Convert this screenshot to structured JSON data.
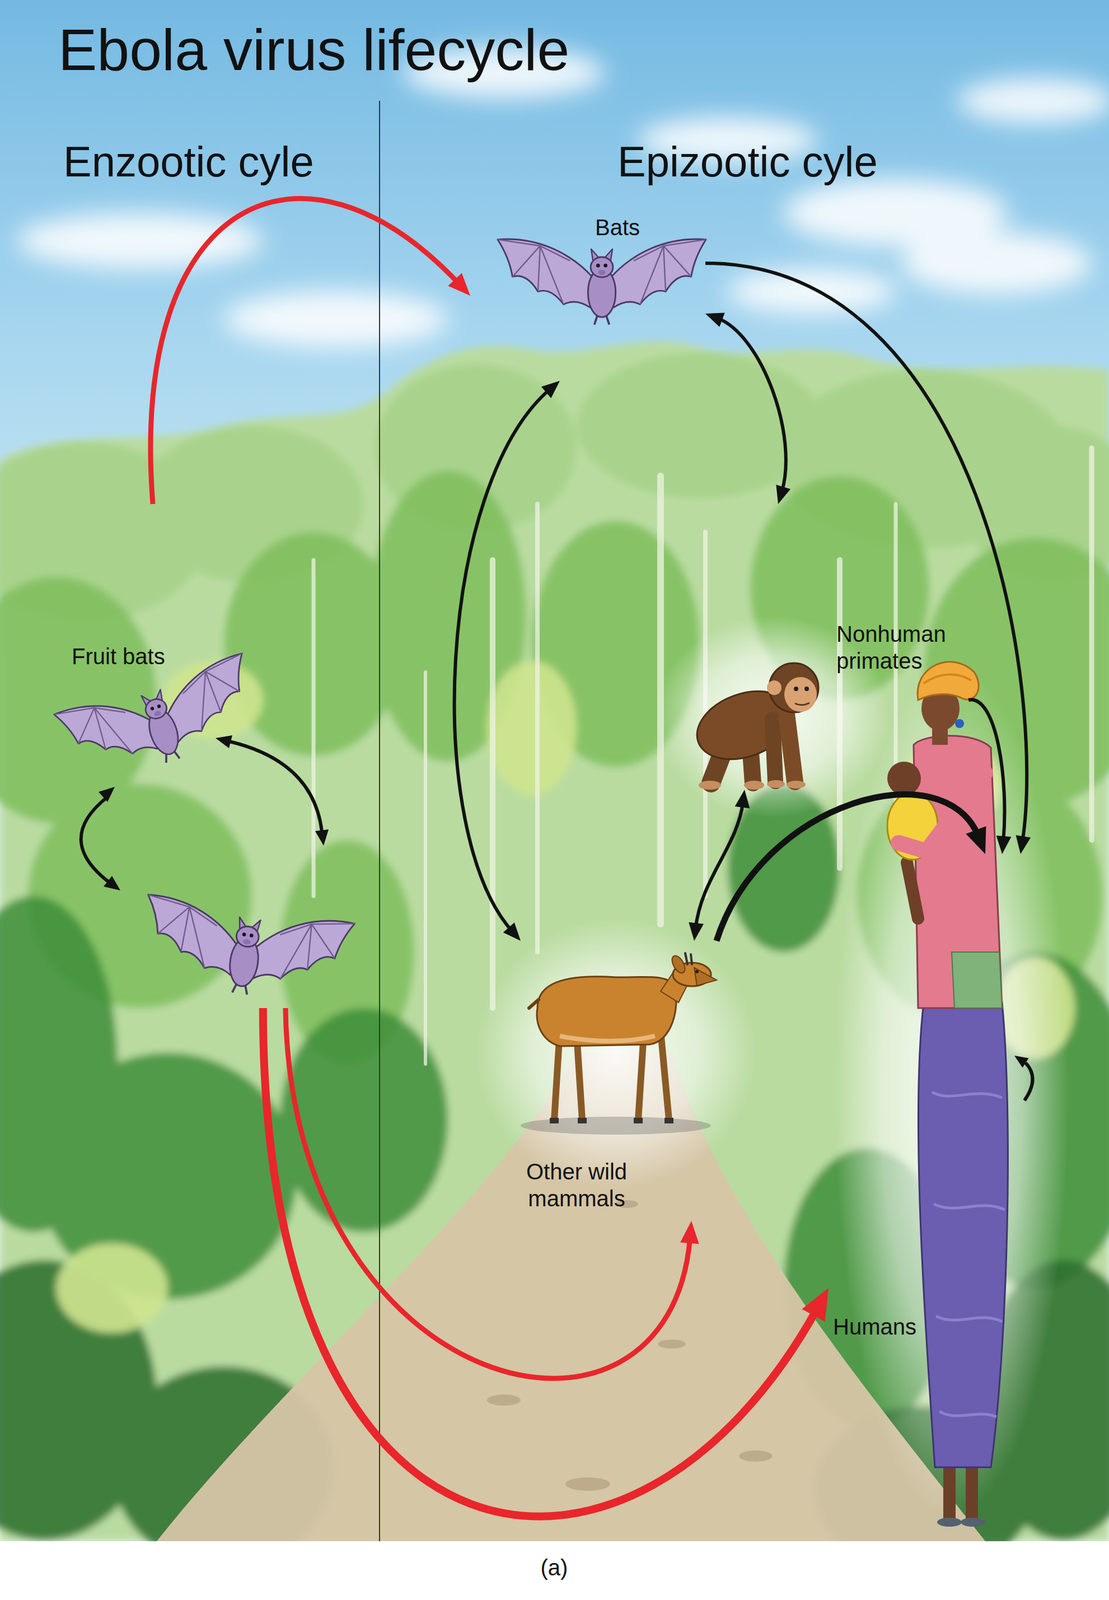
{
  "diagram": {
    "title": "Ebola virus lifecycle",
    "caption": "(a)",
    "nodes": [
      {
        "text": [
          "Fruit bats"
        ]
      },
      {
        "text": [
          "Bats"
        ]
      },
      {
        "text": [
          "Nonhuman primates"
        ]
      },
      {
        "text": [
          "Other wild mammals"
        ]
      },
      {
        "text": [
          "Humans"
        ]
      }
    ],
    "edges": [
      {
        "from": 0,
        "to": 1,
        "arrow": "to"
      },
      {
        "from": 0,
        "to": 3,
        "arrow": "to"
      },
      {
        "from": 0,
        "to": 4,
        "arrow": "to"
      },
      {
        "from": 1,
        "to": 3,
        "arrow": "both"
      },
      {
        "from": 1,
        "to": 2,
        "arrow": "both"
      },
      {
        "from": 1,
        "to": 4,
        "arrow": "to"
      },
      {
        "from": 2,
        "to": 4,
        "arrow": "to"
      },
      {
        "from": 3,
        "to": 2,
        "arrow": "both"
      },
      {
        "from": 3,
        "to": 4,
        "arrow": "to"
      }
    ],
    "labels": [
      "Enzootic cyle",
      "Epizootic cyle"
    ]
  }
}
